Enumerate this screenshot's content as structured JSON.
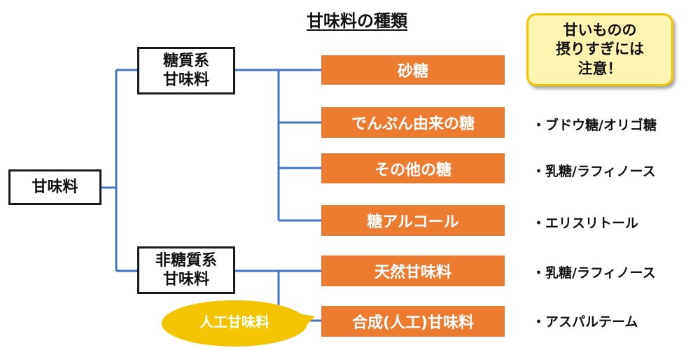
{
  "title": "甘味料の種類",
  "root": "甘味料",
  "branches": {
    "sugar_based": {
      "line1": "糖質系",
      "line2": "甘味料"
    },
    "non_sugar": {
      "line1": "非糖質系",
      "line2": "甘味料"
    }
  },
  "categories": [
    {
      "label": "砂糖",
      "note": ""
    },
    {
      "label": "でんぷん由来の糖",
      "note": "・ブドウ糖/オリゴ糖"
    },
    {
      "label": "その他の糖",
      "note": "・乳糖/ラフィノース"
    },
    {
      "label": "糖アルコール",
      "note": "・エリスリトール"
    },
    {
      "label": "天然甘味料",
      "note": "・乳糖/ラフィノース"
    },
    {
      "label": "合成(人工)甘味料",
      "note": "・アスパルテーム"
    }
  ],
  "warning": "甘いものの\n摂りすぎには\n注意！",
  "bubble": "人工甘味料",
  "colors": {
    "line": "#4472c4",
    "category_fill": "#ec7c30",
    "bubble_fill": "#f5c400",
    "warning_fill": "#fff3b0",
    "warning_border": "#f5c400"
  }
}
